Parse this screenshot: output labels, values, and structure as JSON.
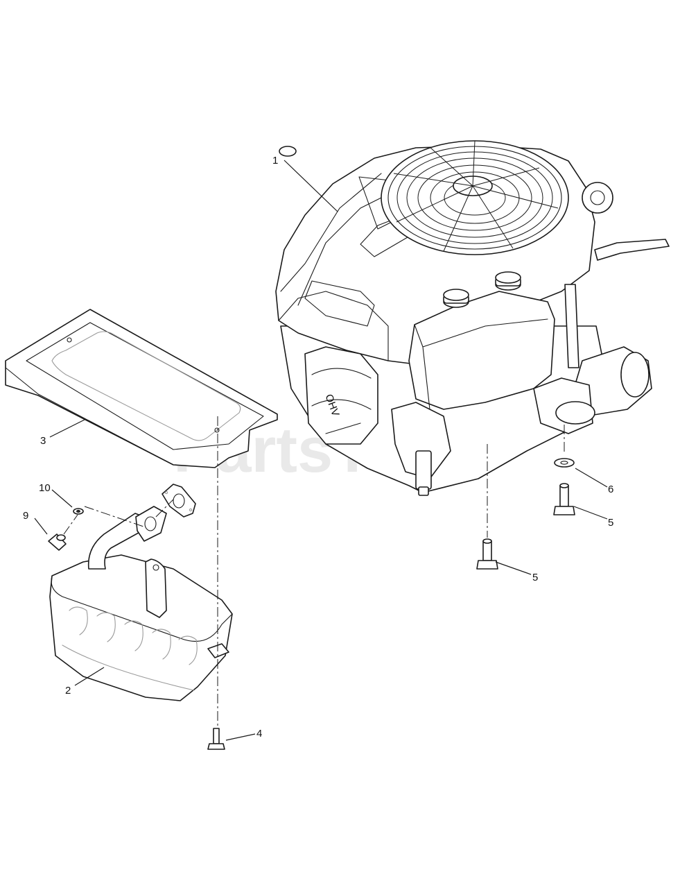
{
  "watermark": "PartsTree",
  "callouts": {
    "c1": "1",
    "c2": "2",
    "c3": "3",
    "c4": "4",
    "c5a": "5",
    "c5b": "5",
    "c6": "6",
    "c9": "9",
    "c10": "10"
  },
  "parts": {
    "engine": {
      "label_text": "OHV"
    }
  }
}
